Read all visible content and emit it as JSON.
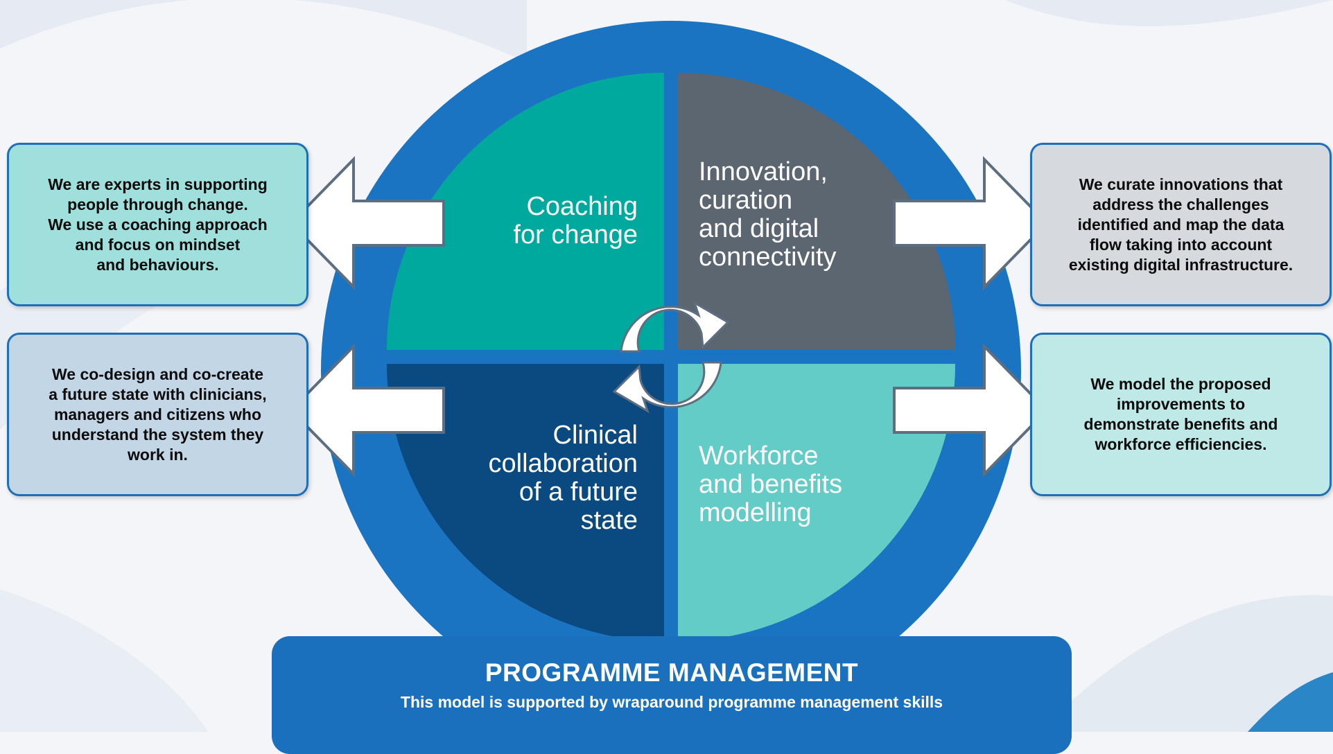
{
  "colors": {
    "outer_ring": "#1a74c2",
    "coaching": "#00a99d",
    "innovation": "#5b6670",
    "clinical": "#0a4a80",
    "workforce": "#63ccc6",
    "callout_teal": "#9fe0dc",
    "callout_grey": "#d6d9de",
    "callout_blue": "#c3d6e6",
    "callout_light_teal": "#bfe9e6",
    "banner": "#1a70bd"
  },
  "quadrants": {
    "coaching": {
      "lines": [
        "Coaching",
        "for change"
      ]
    },
    "innovation": {
      "lines": [
        "Innovation,",
        "curation",
        "and digital",
        "connectivity"
      ]
    },
    "clinical": {
      "lines": [
        "Clinical",
        "collaboration",
        "of a future",
        "state"
      ]
    },
    "workforce": {
      "lines": [
        "Workforce",
        "and benefits",
        "modelling"
      ]
    }
  },
  "callouts": {
    "top_left": {
      "lines": [
        "We are experts in supporting",
        "people through change.",
        "We use a coaching approach",
        "and focus on mindset",
        "and behaviours."
      ]
    },
    "bottom_left": {
      "lines": [
        "We co-design and co-create",
        "a future state with clinicians,",
        "managers and citizens who",
        "understand the system they",
        "work in."
      ]
    },
    "top_right": {
      "lines": [
        "We curate innovations that",
        "address the challenges",
        "identified and map the data",
        "flow taking into account",
        "existing digital infrastructure."
      ]
    },
    "bottom_right": {
      "lines": [
        "We model the proposed",
        "improvements to",
        "demonstrate benefits and",
        "workforce efficiencies."
      ]
    }
  },
  "center_icon": "refresh-cycle-icon",
  "programme_management": {
    "title": "PROGRAMME MANAGEMENT",
    "subtitle": "This model is supported by wraparound programme management skills"
  }
}
